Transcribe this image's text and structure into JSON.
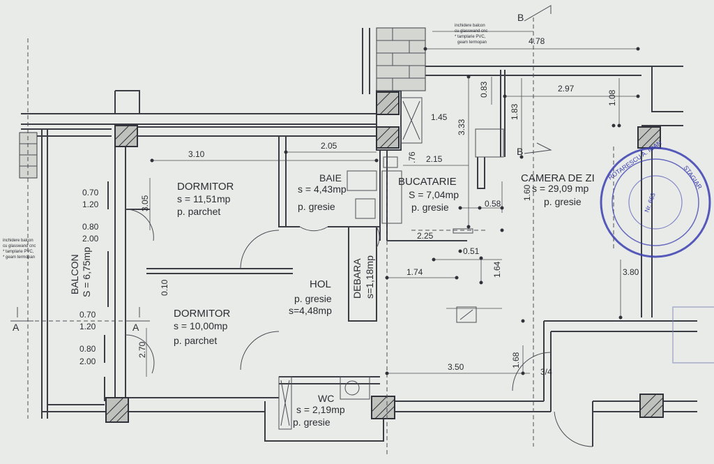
{
  "rooms": {
    "bedroom1": {
      "name": "DORMITOR",
      "area": "s = 11,51mp",
      "floor": "p. parchet"
    },
    "bedroom2": {
      "name": "DORMITOR",
      "area": "s = 10,00mp",
      "floor": "p. parchet"
    },
    "bath": {
      "name": "BAIE",
      "area": "s = 4,43mp",
      "floor": "p. gresie"
    },
    "kitchen": {
      "name": "BUCATARIE",
      "area": "S = 7,04mp",
      "floor": "p. gresie"
    },
    "living": {
      "name": "CAMERA DE ZI",
      "area": "s = 29,09 mp",
      "floor": "p. gresie"
    },
    "hall": {
      "name": "HOL",
      "floor": "p. gresie",
      "area": "s=4,48mp"
    },
    "storage": {
      "name": "DEBARA",
      "area": "s=1,18mp"
    },
    "wc": {
      "name": "WC",
      "area": "s = 2,19mp",
      "floor": "p. gresie"
    },
    "balcony": {
      "name": "BALCON",
      "area": "S = 6,75mp"
    }
  },
  "notes": {
    "top_line1": "inchidere balcon",
    "top_line2": "cu glasswand cnc",
    "top_line3": "* tamplarie PVC,",
    "top_line4": "geam termopan",
    "left_line1": "inchidere balcon",
    "left_line2": "cu glasswand cnc",
    "left_line3": "* tamplarie PVC,",
    "left_line4": "* geam termopan"
  },
  "section_marks": {
    "b_top": "B",
    "b_mid": "B",
    "a_left": "A",
    "a_right": "A"
  },
  "dimensions": {
    "d478": "4.78",
    "d297": "2.97",
    "d108": "1.08",
    "d083": "0.83",
    "d183": "1.83",
    "d333": "3.33",
    "d145": "1.45",
    "d205": "2.05",
    "d310": "3.10",
    "d076": ".76",
    "d215": "2.15",
    "d160": "1.60",
    "d058": "0.58",
    "d225": "2.25",
    "d051": "0.51",
    "d174": "1.74",
    "d164": "1.64",
    "d380": "3.80",
    "d305": "3.05",
    "d010": "0.10",
    "d350": "3.50",
    "d168": "1.68",
    "d270": "2.70",
    "d34": "3/4",
    "w1a": "0.70",
    "w1b": "1.20",
    "w2a": "0.80",
    "w2b": "2.00",
    "w3a": "0.70",
    "w3b": "1.20",
    "w4a": "0.80",
    "w4b": "2.00"
  },
  "stamp": {
    "line1": "ROTARESCU A. IOAN",
    "line2": "STAGIAR",
    "line3": "Nr. 663"
  },
  "colors": {
    "background": "#e9ebe8",
    "ink": "#2b2d33",
    "stamp": "#3b3fb0",
    "column": "#bfc1bd"
  }
}
